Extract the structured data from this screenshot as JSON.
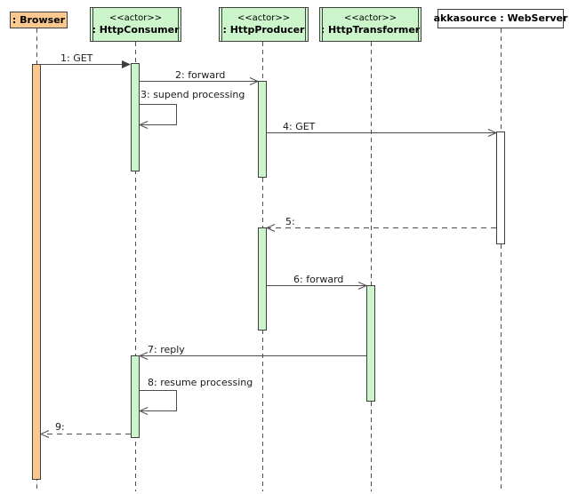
{
  "participants": [
    {
      "id": "browser",
      "stereotype": "",
      "name": ": Browser"
    },
    {
      "id": "http-consumer",
      "stereotype": "<<actor>>",
      "name": ": HttpConsumer"
    },
    {
      "id": "http-producer",
      "stereotype": "<<actor>>",
      "name": ": HttpProducer"
    },
    {
      "id": "http-transformer",
      "stereotype": "<<actor>>",
      "name": ": HttpTransformer"
    },
    {
      "id": "web-server",
      "stereotype": "",
      "name": "akkasource : WebServer"
    }
  ],
  "messages": [
    {
      "label": "1: GET",
      "from": ": Browser",
      "to": ": HttpConsumer",
      "line": "solid",
      "arrowhead": "filled",
      "self": false
    },
    {
      "label": "2: forward",
      "from": ": HttpConsumer",
      "to": ": HttpProducer",
      "line": "solid",
      "arrowhead": "open",
      "self": false
    },
    {
      "label": "3: supend processing",
      "from": ": HttpConsumer",
      "to": ": HttpConsumer",
      "line": "solid",
      "arrowhead": "open",
      "self": true
    },
    {
      "label": "4: GET",
      "from": ": HttpProducer",
      "to": "akkasource : WebServer",
      "line": "solid",
      "arrowhead": "open",
      "self": false
    },
    {
      "label": "5:",
      "from": "akkasource : WebServer",
      "to": ": HttpProducer",
      "line": "dashed",
      "arrowhead": "open",
      "self": false
    },
    {
      "label": "6: forward",
      "from": ": HttpProducer",
      "to": ": HttpTransformer",
      "line": "solid",
      "arrowhead": "open",
      "self": false
    },
    {
      "label": "7: reply",
      "from": ": HttpTransformer",
      "to": ": HttpConsumer",
      "line": "solid",
      "arrowhead": "open",
      "self": false
    },
    {
      "label": "8: resume processing",
      "from": ": HttpConsumer",
      "to": ": HttpConsumer",
      "line": "solid",
      "arrowhead": "open",
      "self": true
    },
    {
      "label": "9:",
      "from": ": HttpConsumer",
      "to": ": Browser",
      "line": "dashed",
      "arrowhead": "open",
      "self": false
    }
  ],
  "colors": {
    "browser_fill": "#fbc98f",
    "actor_fill": "#ccf5cc",
    "webserver_fill": "#ffffff",
    "border": "#3f3f3f",
    "line": "#4d4d4d",
    "background": "#ffffff"
  }
}
